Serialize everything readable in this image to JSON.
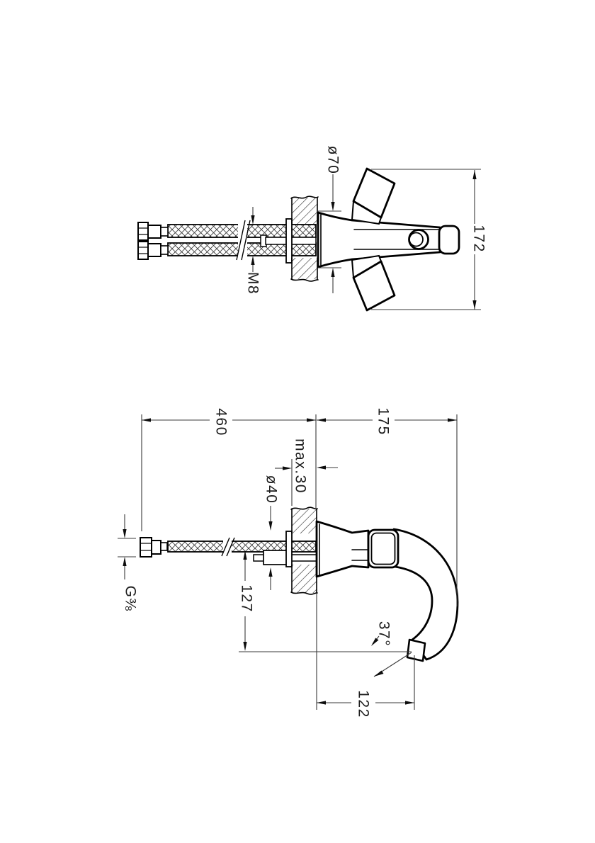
{
  "drawing": {
    "colors": {
      "background": "#ffffff",
      "object_lines": "#000000",
      "dimension_lines": "#3a3a3a",
      "text": "#1c1c1c"
    },
    "plan_view": {
      "dim_escutcheon_diameter": "ø70",
      "dim_overall_span": "172",
      "dim_mounting_stud_thread": "M8"
    },
    "side_view": {
      "dim_hose_length": "460",
      "dim_spout_extent": "175",
      "dim_max_deck_thickness": "max.30",
      "dim_hole_diameter": "ø40",
      "dim_axis_to_outlet": "127",
      "dim_hose_thread": "G⅜",
      "dim_outlet_to_deck": "122",
      "dim_outlet_angle": "37°"
    }
  }
}
